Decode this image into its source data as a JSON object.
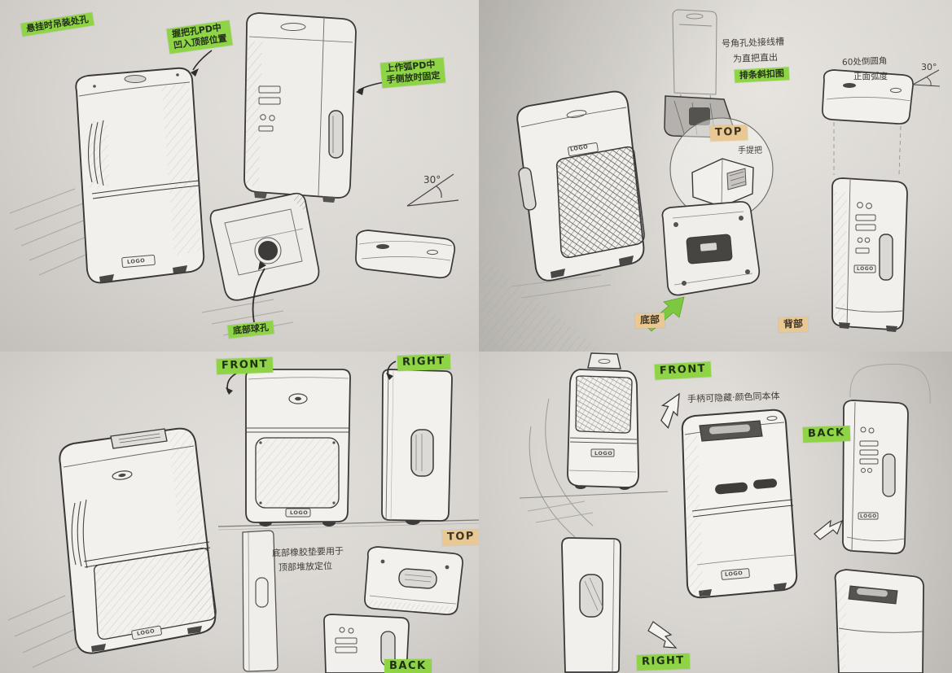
{
  "colors": {
    "highlight_green": "#8fd446",
    "highlight_orange": "#eac893",
    "ink": "#3a3938",
    "paper": "#d8d5d0"
  },
  "shared": {
    "logo": "LOGO"
  },
  "panels": {
    "top_left": {
      "labels": {
        "hang": "悬挂时吊装处孔",
        "handle_1": "握把孔PD中",
        "handle_2": "凹入顶部位置",
        "arc_1": "上作弧PD中",
        "arc_2": "手侧放时固定",
        "angle": "30°",
        "bottom_hole": "底部球孔"
      }
    },
    "top_right": {
      "labels": {
        "note_1": "号角孔处接线槽",
        "note_2": "为直把直出",
        "note_3": "排条斜扣图",
        "top": "TOP",
        "handle_small": "手提把",
        "corner_1": "60处倒圆角",
        "corner_2": "正面弧度",
        "angle": "30°",
        "bottom": "底部",
        "back": "背部"
      }
    },
    "bottom_left": {
      "labels": {
        "front": "FRONT",
        "right": "RIGHT",
        "top": "TOP",
        "note_1": "底部橡胶垫要用于",
        "note_2": "顶部堆放定位",
        "back": "BACK"
      }
    },
    "bottom_right": {
      "labels": {
        "front": "FRONT",
        "note": "手柄可隐藏·颜色同本体",
        "back": "BACK",
        "right": "RIGHT"
      }
    }
  }
}
